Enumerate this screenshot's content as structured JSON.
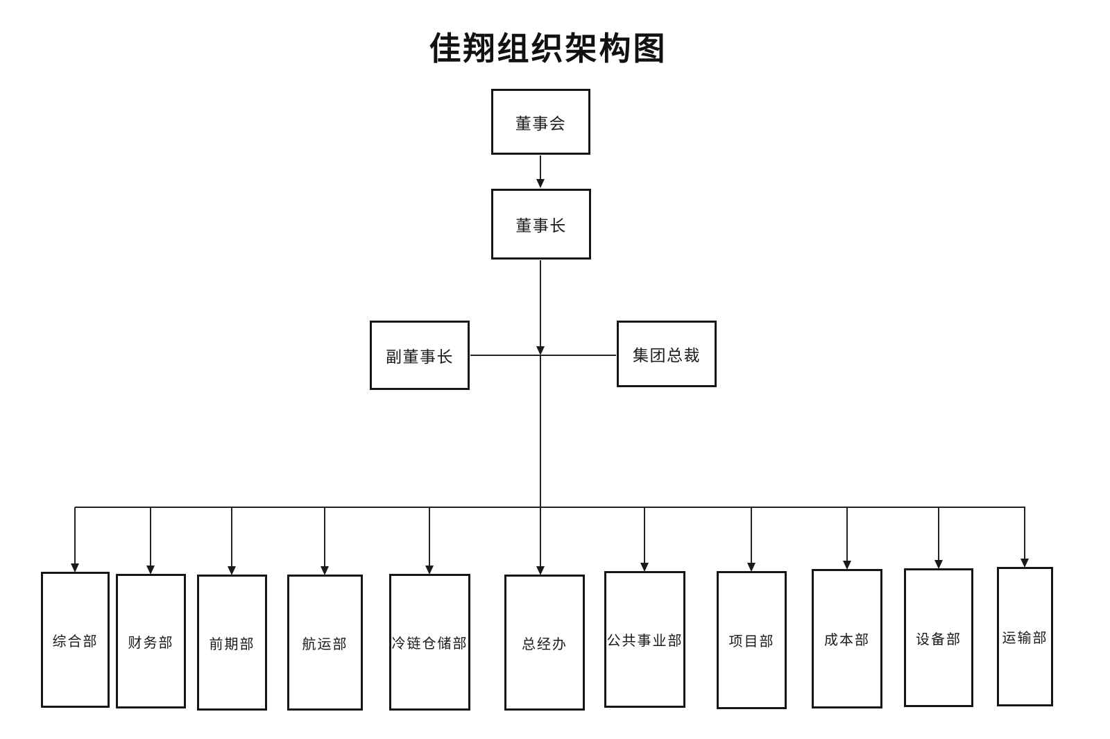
{
  "title": "佳翔组织架构图",
  "nodes": {
    "board": {
      "label": "董事会"
    },
    "chairman": {
      "label": "董事长"
    },
    "vice_chairman": {
      "label": "副董事长"
    },
    "group_president": {
      "label": "集团总裁"
    },
    "departments": [
      {
        "label": "综合部"
      },
      {
        "label": "财务部"
      },
      {
        "label": "前期部"
      },
      {
        "label": "航运部"
      },
      {
        "label": "冷链仓储部"
      },
      {
        "label": "总经办"
      },
      {
        "label": "公共事业部"
      },
      {
        "label": "项目部"
      },
      {
        "label": "成本部"
      },
      {
        "label": "设备部"
      },
      {
        "label": "运输部"
      }
    ]
  },
  "colors": {
    "line": "#1a1a1a",
    "text": "#1a1a1a",
    "background": "#ffffff"
  }
}
